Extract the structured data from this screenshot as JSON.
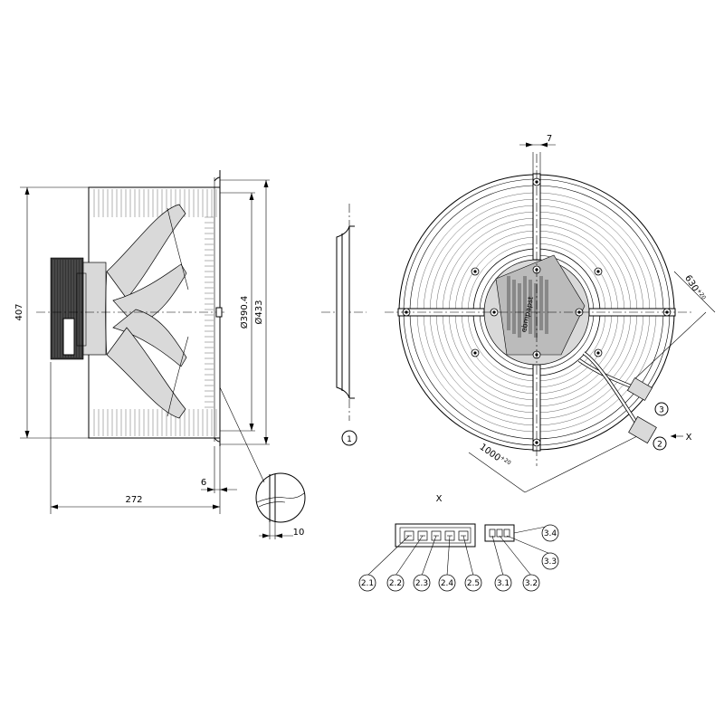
{
  "dimensions": {
    "height_total": "407",
    "depth_total": "272",
    "flange_offset": "6",
    "detail_thickness": "10",
    "dia_inner": "Ø390.4",
    "dia_outer": "Ø433",
    "gap_top": "7",
    "cable_short": "630",
    "cable_short_tol": "+20",
    "cable_long": "1000",
    "cable_long_tol": "+20"
  },
  "labels": {
    "detail_marker": "1",
    "view_marker": "X",
    "view_title": "X",
    "brand_text": "ebmpapst"
  },
  "callouts": {
    "c2": "2",
    "c3": "3",
    "c21": "2.1",
    "c22": "2.2",
    "c23": "2.3",
    "c24": "2.4",
    "c25": "2.5",
    "c31": "3.1",
    "c32": "3.2",
    "c33": "3.3",
    "c34": "3.4"
  }
}
